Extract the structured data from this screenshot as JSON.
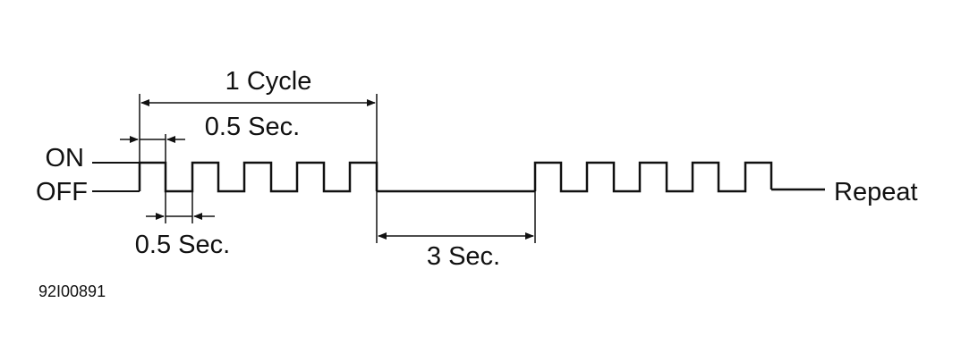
{
  "diagram": {
    "labels": {
      "cycle": "1 Cycle",
      "on_interval": "0.5 Sec.",
      "off_interval": "0.5 Sec.",
      "pause": "3 Sec.",
      "on_level": "ON",
      "off_level": "OFF",
      "repeat": "Repeat",
      "figure_id": "92I00891"
    },
    "signal": {
      "pulses_per_cycle": 5,
      "pulse_on_seconds": 0.5,
      "pulse_off_seconds": 0.5,
      "pause_seconds": 3
    }
  }
}
